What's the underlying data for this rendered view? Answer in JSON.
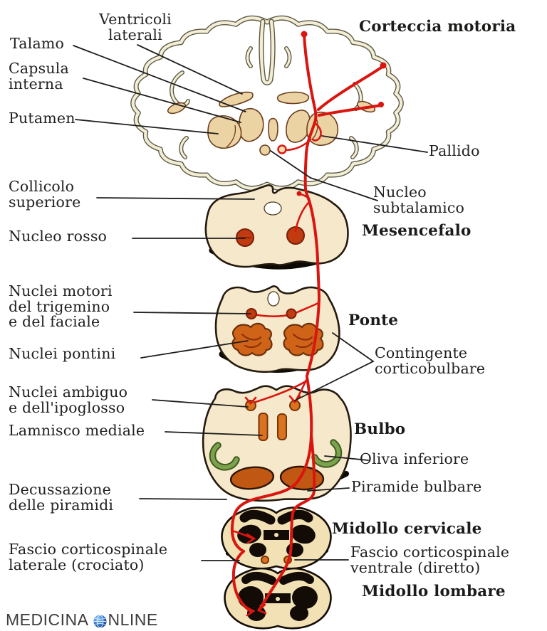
{
  "diagram": {
    "labels": {
      "ventricoli_laterali": "Ventricoli\nlaterali",
      "talamo": "Talamo",
      "capsula_interna": "Capsula\ninterna",
      "putamen": "Putamen",
      "corteccia_motoria": "Corteccia motoria",
      "pallido": "Pallido",
      "nucleo_subtalamico": "Nucleo\nsubtalamico",
      "collicolo_superiore": "Collicolo\nsuperiore",
      "nucleo_rosso": "Nucleo rosso",
      "mesencefalo": "Mesencefalo",
      "nuclei_motori": "Nuclei motori\ndel trigemino\ne del faciale",
      "nuclei_pontini": "Nuclei pontini",
      "ponte": "Ponte",
      "contingente_corticobulbare": "Contingente\ncorticobulbare",
      "nuclei_ambiguo": "Nuclei ambiguo\ne dell'ipoglosso",
      "lamnisco_mediale": "Lamnisco mediale",
      "bulbo": "Bulbo",
      "oliva_inferiore": "Oliva inferiore",
      "piramide_bulbare": "Piramide bulbare",
      "decussazione_piramidi": "Decussazione\ndelle piramidi",
      "midollo_cervicale": "Midollo cervicale",
      "fascio_laterale": "Fascio corticospinale\nlaterale (crociato)",
      "fascio_ventrale": "Fascio corticospinale\nventrale (diretto)",
      "midollo_lombare": "Midollo lombare"
    },
    "watermark": {
      "part1": "MEDICINA",
      "part2": "NLINE",
      "icon": "globe-icon"
    }
  },
  "colors": {
    "tract-red": "#da1510",
    "cortex-cream": "#f2eed6",
    "body-cream": "#f6e8cb",
    "ganglia-tan": "#ecd3a4",
    "nucleus-orange": "#d9731f",
    "olive-green": "#7da24c",
    "gray-matter": "#120b06"
  }
}
